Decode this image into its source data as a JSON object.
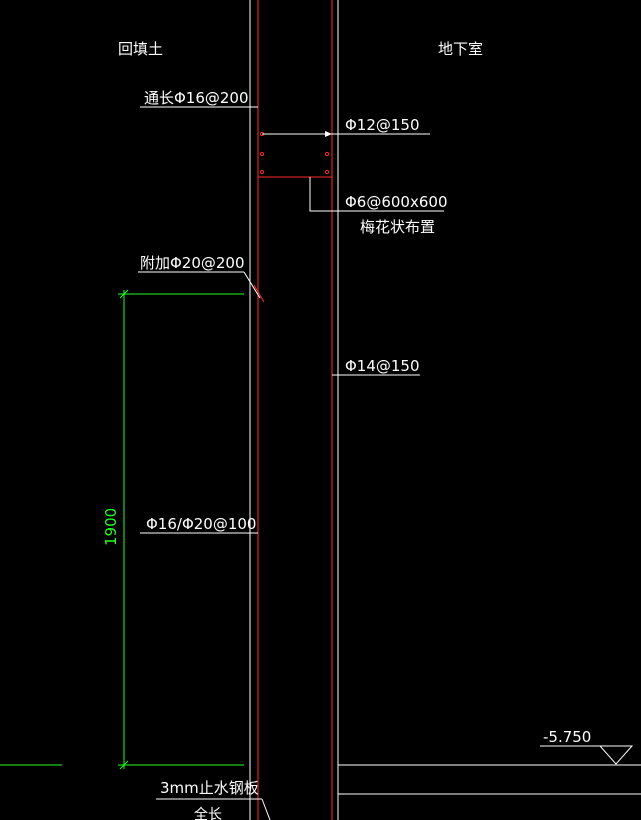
{
  "labels": {
    "backfill": "回填土",
    "basement": "地下室",
    "rebar_continuous": "通长Φ16@200",
    "rebar_top": "Φ12@150",
    "rebar_tie": "Φ6@600x600",
    "tie_layout": "梅花状布置",
    "rebar_additional": "附加Φ20@200",
    "rebar_inner": "Φ14@150",
    "rebar_outer": "Φ16/Φ20@100",
    "dimension_value": "1900",
    "elevation": "-5.750",
    "waterstop": "3mm止水钢板",
    "full_length": "全长"
  },
  "colors": {
    "background": "#000000",
    "rebar": "#ff2a2a",
    "dimension": "#22ff22",
    "line": "#ffffff"
  }
}
